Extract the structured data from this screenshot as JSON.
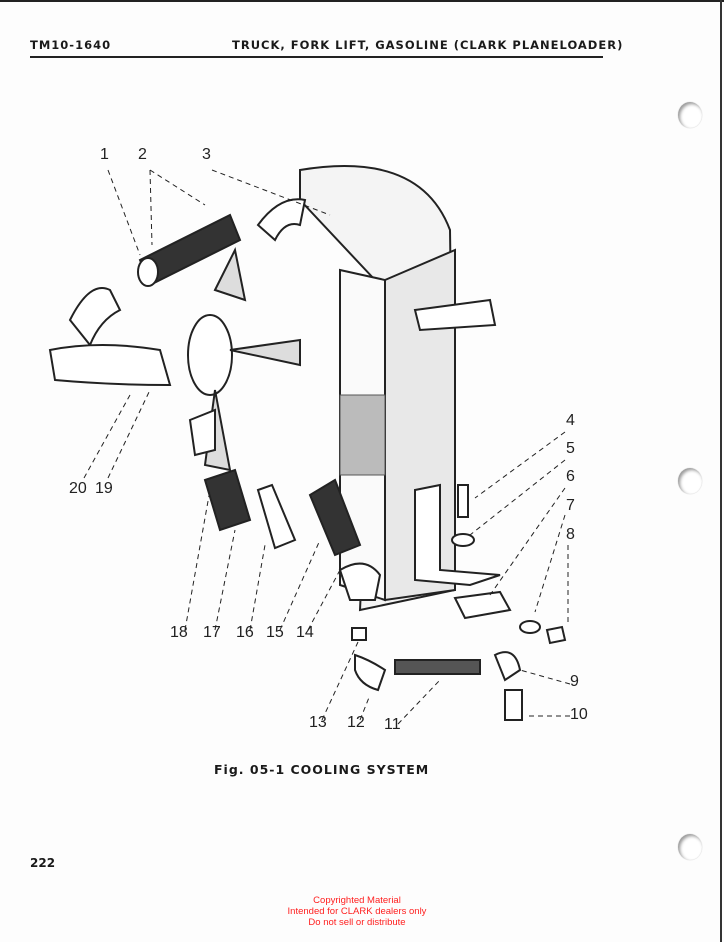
{
  "header": {
    "doc_number": "TM10-1640",
    "title": "TRUCK, FORK LIFT, GASOLINE (CLARK PLANELOADER)"
  },
  "figure": {
    "caption": "Fig. 05-1 COOLING SYSTEM",
    "callouts": [
      "1",
      "2",
      "3",
      "4",
      "5",
      "6",
      "7",
      "8",
      "9",
      "10",
      "11",
      "12",
      "13",
      "14",
      "15",
      "16",
      "17",
      "18",
      "19",
      "20"
    ]
  },
  "page_number": "222",
  "copyright": {
    "line1": "Copyrighted Material",
    "line2": "Intended for CLARK dealers only",
    "line3": "Do not sell or distribute"
  }
}
